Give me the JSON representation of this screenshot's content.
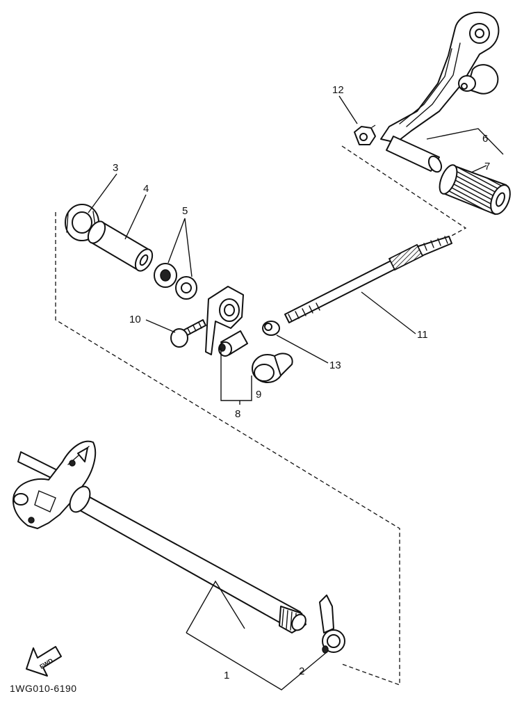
{
  "callouts": {
    "c1": "1",
    "c2": "2",
    "c3": "3",
    "c4": "4",
    "c5": "5",
    "c6": "6",
    "c7": "7",
    "c8": "8",
    "c9": "9",
    "c10": "10",
    "c11": "11",
    "c12": "12",
    "c13": "13"
  },
  "fwd_label": "FWD",
  "diagram_code": "1WG010-6190"
}
